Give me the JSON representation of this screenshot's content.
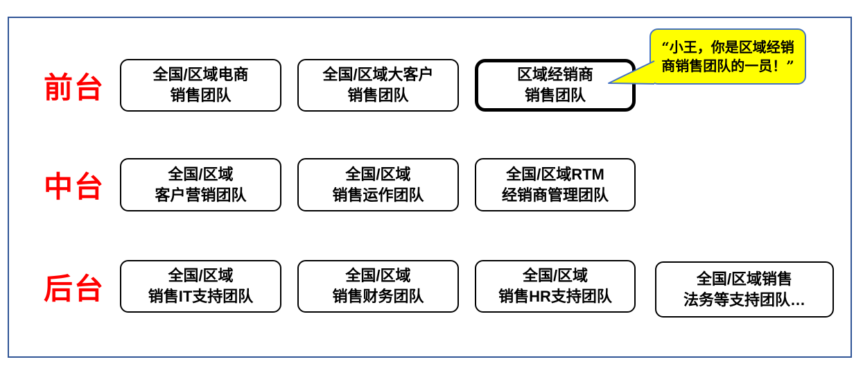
{
  "colors": {
    "row_label_red": "#FF0000",
    "box_border": "#000000",
    "highlight_border": "#000000",
    "frame_border": "#2F5496",
    "bubble_fill": "#FFFF00",
    "bubble_border": "#4472C4"
  },
  "rows": [
    {
      "label": "前台",
      "boxes": [
        {
          "line1": "全国/区域电商",
          "line2": "销售团队"
        },
        {
          "line1": "全国/区域大客户",
          "line2": "销售团队"
        },
        {
          "line1": "区域经销商",
          "line2": "销售团队",
          "highlighted": true
        }
      ]
    },
    {
      "label": "中台",
      "boxes": [
        {
          "line1": "全国/区域",
          "line2": "客户营销团队"
        },
        {
          "line1": "全国/区域",
          "line2": "销售运作团队"
        },
        {
          "line1": "全国/区域RTM",
          "line2": "经销商管理团队"
        }
      ]
    },
    {
      "label": "后台",
      "boxes": [
        {
          "line1": "全国/区域",
          "line2": "销售IT支持团队"
        },
        {
          "line1": "全国/区域",
          "line2": "销售财务团队"
        },
        {
          "line1": "全国/区域",
          "line2": "销售HR支持团队"
        },
        {
          "line1": "全国/区域销售",
          "line2": "法务等支持团队…"
        }
      ]
    }
  ],
  "callout": {
    "line1": "“小王，你是区域经销",
    "line2": "商销售团队的一员！”"
  }
}
